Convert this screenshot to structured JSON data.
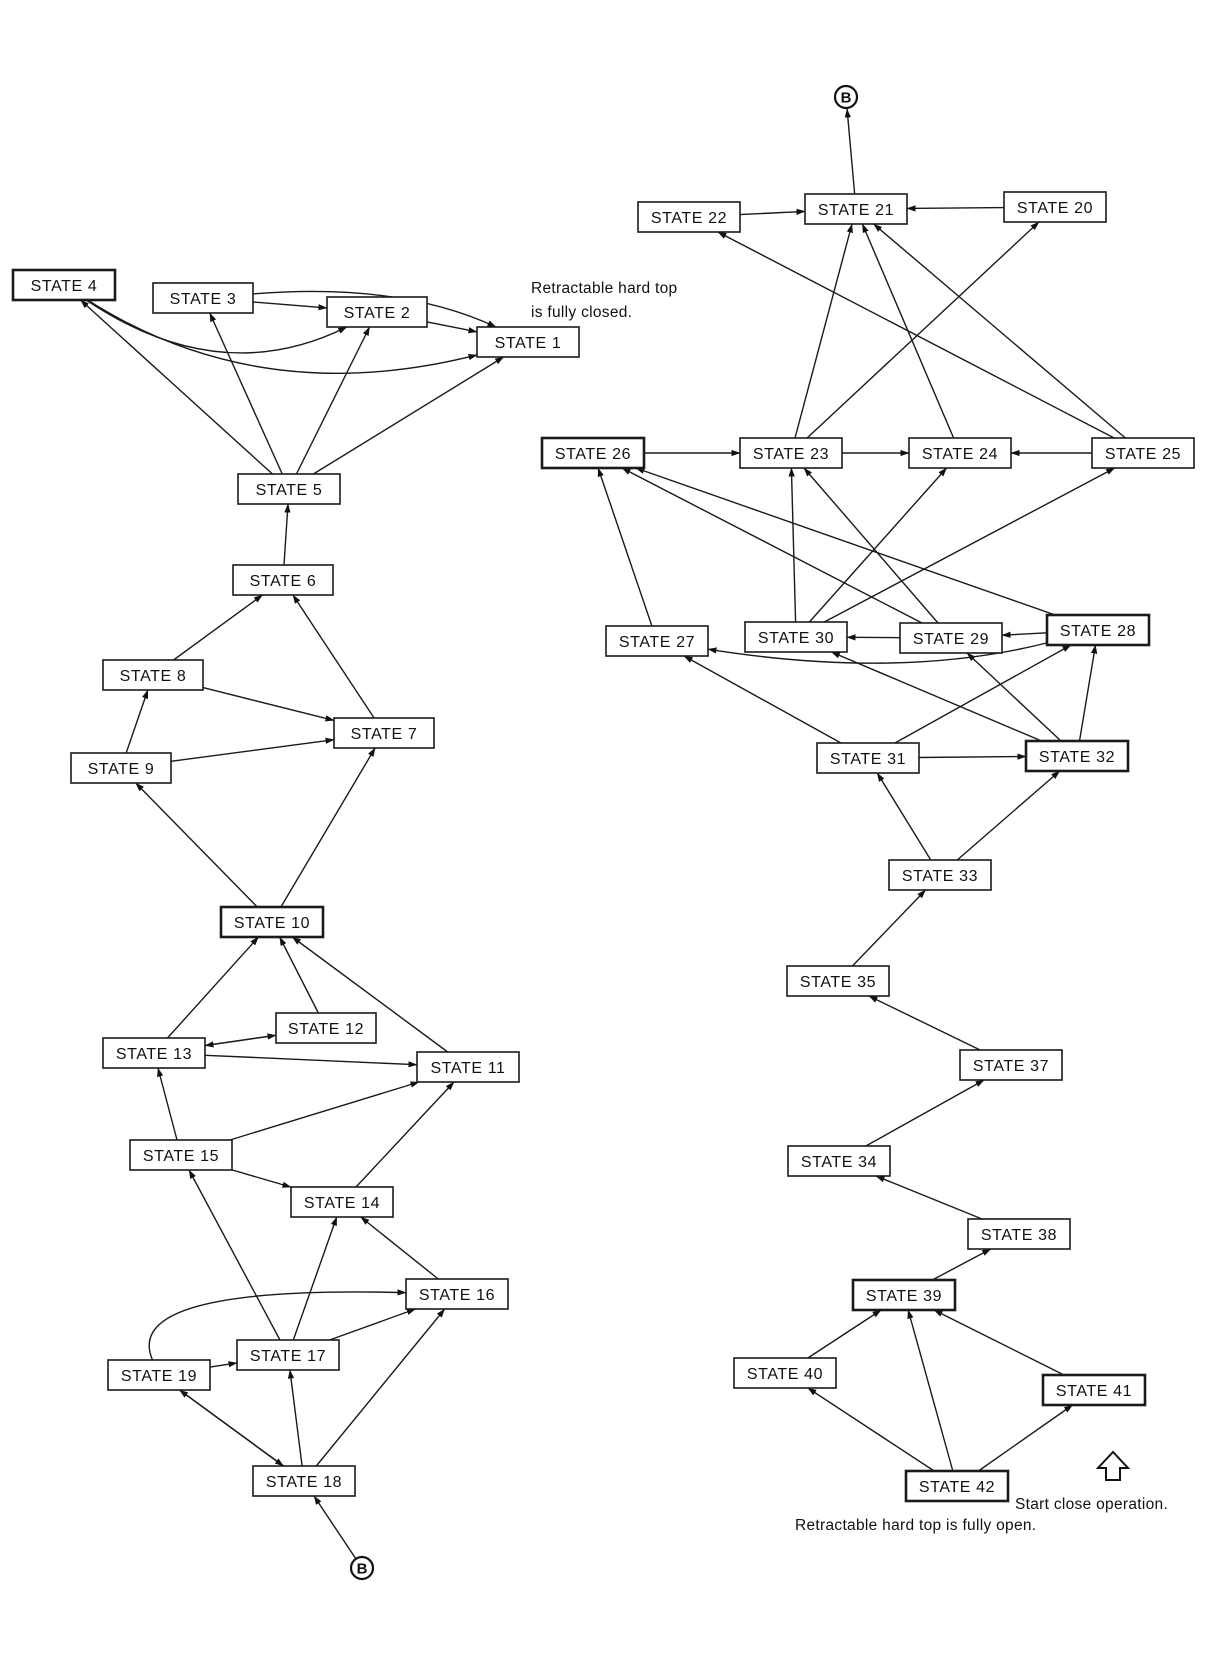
{
  "states": {
    "s1": "STATE 1",
    "s2": "STATE 2",
    "s3": "STATE 3",
    "s4": "STATE 4",
    "s5": "STATE 5",
    "s6": "STATE 6",
    "s7": "STATE 7",
    "s8": "STATE 8",
    "s9": "STATE 9",
    "s10": "STATE 10",
    "s11": "STATE 11",
    "s12": "STATE 12",
    "s13": "STATE 13",
    "s14": "STATE 14",
    "s15": "STATE 15",
    "s16": "STATE 16",
    "s17": "STATE 17",
    "s18": "STATE 18",
    "s19": "STATE 19",
    "s20": "STATE 20",
    "s21": "STATE 21",
    "s22": "STATE 22",
    "s23": "STATE 23",
    "s24": "STATE 24",
    "s25": "STATE 25",
    "s26": "STATE 26",
    "s27": "STATE 27",
    "s28": "STATE 28",
    "s29": "STATE 29",
    "s30": "STATE 30",
    "s31": "STATE 31",
    "s32": "STATE 32",
    "s33": "STATE 33",
    "s34": "STATE 34",
    "s35": "STATE 35",
    "s37": "STATE 37",
    "s38": "STATE 38",
    "s39": "STATE 39",
    "s40": "STATE 40",
    "s41": "STATE 41",
    "s42": "STATE 42"
  },
  "notes": {
    "closed_line1": "Retractable hard top",
    "closed_line2": "is fully closed.",
    "start_close": "Start close operation.",
    "fully_open": "Retractable hard top is fully open."
  },
  "connector_label": "B",
  "icons": {
    "connector": "circle-b-connector-icon",
    "start": "hollow-up-arrow-icon"
  },
  "transitions": [
    [
      "s3",
      "s2"
    ],
    [
      "s3",
      "s1"
    ],
    [
      "s2",
      "s1"
    ],
    [
      "s4",
      "s2"
    ],
    [
      "s4",
      "s1"
    ],
    [
      "s5",
      "s4"
    ],
    [
      "s5",
      "s3"
    ],
    [
      "s5",
      "s2"
    ],
    [
      "s5",
      "s1"
    ],
    [
      "s6",
      "s5"
    ],
    [
      "s7",
      "s6"
    ],
    [
      "s8",
      "s6"
    ],
    [
      "s8",
      "s7"
    ],
    [
      "s9",
      "s8"
    ],
    [
      "s9",
      "s7"
    ],
    [
      "s10",
      "s9"
    ],
    [
      "s10",
      "s7"
    ],
    [
      "s11",
      "s10"
    ],
    [
      "s12",
      "s10"
    ],
    [
      "s13",
      "s10"
    ],
    [
      "s13",
      "s12"
    ],
    [
      "s12",
      "s13"
    ],
    [
      "s13",
      "s11"
    ],
    [
      "s14",
      "s11"
    ],
    [
      "s15",
      "s11"
    ],
    [
      "s15",
      "s13"
    ],
    [
      "s15",
      "s14"
    ],
    [
      "s16",
      "s14"
    ],
    [
      "s17",
      "s15"
    ],
    [
      "s17",
      "s14"
    ],
    [
      "s17",
      "s16"
    ],
    [
      "s18",
      "s17"
    ],
    [
      "s18",
      "s16"
    ],
    [
      "s18",
      "s19"
    ],
    [
      "s19",
      "s18"
    ],
    [
      "s19",
      "s17"
    ],
    [
      "s19",
      "s16"
    ],
    [
      "B",
      "s18"
    ],
    [
      "s21",
      "B"
    ],
    [
      "s22",
      "s21"
    ],
    [
      "s20",
      "s21"
    ],
    [
      "s23",
      "s21"
    ],
    [
      "s23",
      "s20"
    ],
    [
      "s24",
      "s21"
    ],
    [
      "s25",
      "s21"
    ],
    [
      "s25",
      "s22"
    ],
    [
      "s26",
      "s23"
    ],
    [
      "s23",
      "s24"
    ],
    [
      "s25",
      "s24"
    ],
    [
      "s27",
      "s26"
    ],
    [
      "s28",
      "s26"
    ],
    [
      "s29",
      "s26"
    ],
    [
      "s30",
      "s23"
    ],
    [
      "s30",
      "s24"
    ],
    [
      "s30",
      "s25"
    ],
    [
      "s29",
      "s23"
    ],
    [
      "s29",
      "s30"
    ],
    [
      "s28",
      "s29"
    ],
    [
      "s31",
      "s27"
    ],
    [
      "s31",
      "s28"
    ],
    [
      "s31",
      "s32"
    ],
    [
      "s32",
      "s30"
    ],
    [
      "s32",
      "s29"
    ],
    [
      "s32",
      "s28"
    ],
    [
      "s33",
      "s31"
    ],
    [
      "s33",
      "s32"
    ],
    [
      "s35",
      "s33"
    ],
    [
      "s37",
      "s35"
    ],
    [
      "s34",
      "s37"
    ],
    [
      "s38",
      "s34"
    ],
    [
      "s39",
      "s38"
    ],
    [
      "s40",
      "s39"
    ],
    [
      "s41",
      "s39"
    ],
    [
      "s42",
      "s40"
    ],
    [
      "s42",
      "s39"
    ],
    [
      "s42",
      "s41"
    ],
    [
      "s28",
      "s27"
    ]
  ]
}
